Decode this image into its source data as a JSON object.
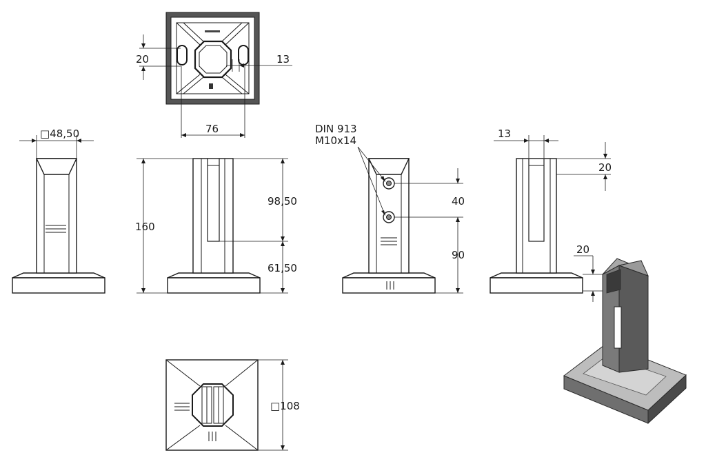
{
  "diagram": {
    "top_view": {
      "dim_slot": "20",
      "dim_offset": "13",
      "dim_hole_spacing": "76"
    },
    "front_view": {
      "dim_square": "□48,50"
    },
    "side_view": {
      "dim_height": "160",
      "dim_upper": "98,50",
      "dim_lower": "61,50"
    },
    "screw_view": {
      "callout_line1": "DIN 913",
      "callout_line2": "M10x14",
      "dim_screw_gap": "40",
      "dim_screw_base": "90"
    },
    "slot_view": {
      "dim_slot_width": "13",
      "dim_slot_depth": "20"
    },
    "iso_view": {
      "dim_offset": "20"
    },
    "bottom_view": {
      "dim_base": "□108"
    }
  }
}
